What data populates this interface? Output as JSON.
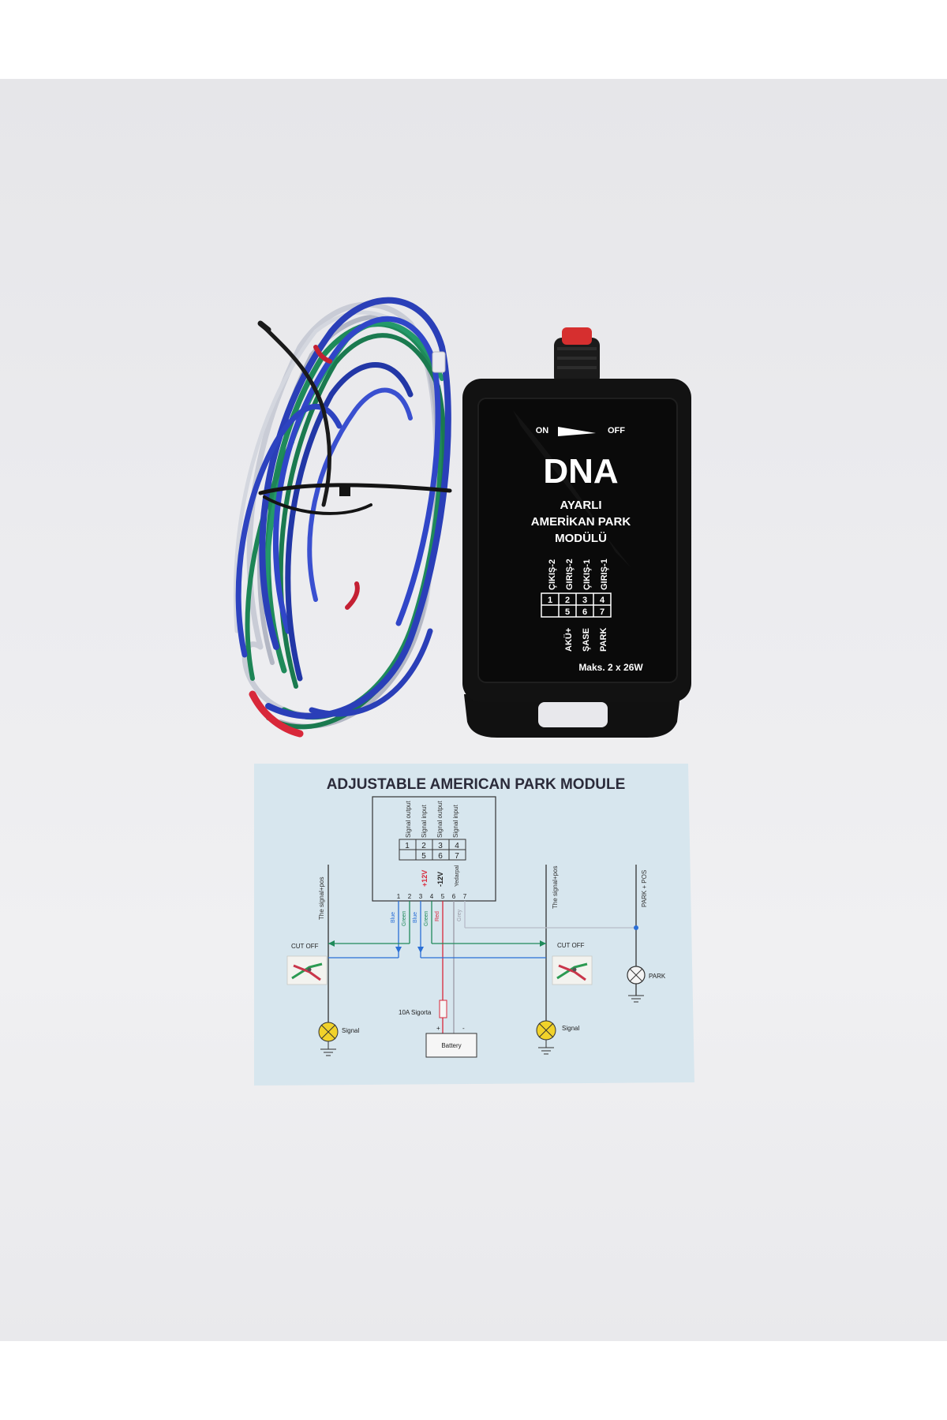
{
  "module": {
    "switch_on": "ON",
    "switch_off": "OFF",
    "brand": "DNA",
    "title_line1": "AYARLI",
    "title_line2": "AMERİKAN PARK",
    "title_line3": "MODÜLÜ",
    "top_pin_labels": [
      "ÇIKIŞ-2",
      "GIRIŞ-2",
      "ÇIKIŞ-1",
      "GIRIŞ-1"
    ],
    "top_pins": [
      "1",
      "2",
      "3",
      "4"
    ],
    "bottom_pins": [
      "5",
      "6",
      "7"
    ],
    "bottom_pin_labels": [
      "AKÜ+",
      "ŞASE",
      "PARK"
    ],
    "max_rating": "Maks. 2 x 26W"
  },
  "diagram": {
    "title": "ADJUSTABLE AMERICAN PARK MODULE",
    "box_pin_labels": [
      "Signal output",
      "Signal input",
      "Signal output",
      "Signal input"
    ],
    "box_top_pins": [
      "1",
      "2",
      "3",
      "4"
    ],
    "box_bottom_pins": [
      "5",
      "6",
      "7"
    ],
    "plus12v": "+12V",
    "minus12v": "-12V",
    "park_input": "Yedarpal",
    "pin_numbers": [
      "1",
      "2",
      "3",
      "4",
      "5",
      "6",
      "7"
    ],
    "wire_colors_text": [
      "Blue",
      "Green",
      "Blue",
      "Green",
      "Red",
      "Grey"
    ],
    "left_signal_label": "The signal+pos",
    "right_signal_label": "The signal+pos",
    "park_pos_label": "PARK + POS",
    "cut_off_left": "CUT OFF",
    "cut_off_right": "CUT OFF",
    "park_lamp": "PARK",
    "signal_left": "Signal",
    "signal_right": "Signal",
    "fuse": "10A Sigorta",
    "battery": "Battery",
    "battery_plus": "+",
    "battery_minus": "-"
  },
  "colors": {
    "module_body": "#121212",
    "card_bg": "#d7e6ee",
    "wire_blue": "#2a3fb8",
    "wire_green": "#1f8a5a",
    "wire_grey": "#b9bcc8",
    "wire_red": "#d8283a",
    "knob_red": "#d62f2f"
  }
}
